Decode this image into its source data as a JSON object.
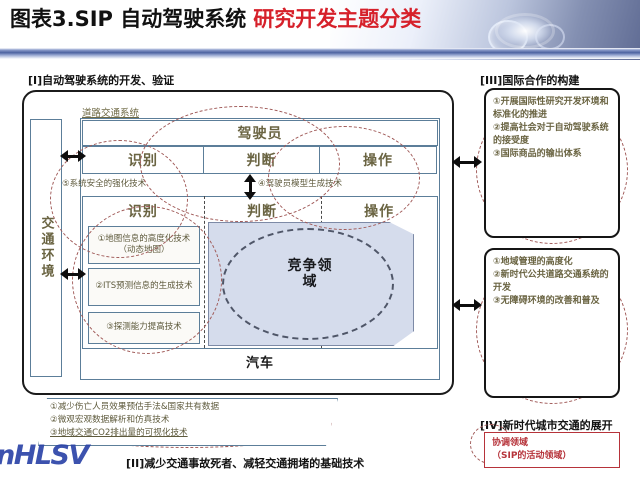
{
  "header": {
    "title_black": "图表3.SIP 自动驾驶系统",
    "title_red": "研究开发主题分类",
    "photo_alt": "car-dashboard-speedometer"
  },
  "sections": {
    "I": "[I]自动驾驶系统的开发、验证",
    "II": "[II]减少交通事故死者、减轻交通拥堵的基础技术",
    "III": "[III]国际合作的构建",
    "IV": "[IV]新时代城市交通的展开"
  },
  "main_panel": {
    "road_traffic_system_label": "道路交通系统",
    "traffic_environment": "交通环境",
    "driver": {
      "title": "驾驶员",
      "columns": [
        "识别",
        "判断",
        "操作"
      ]
    },
    "car": {
      "title": "汽车",
      "columns": [
        "识别",
        "判断",
        "操作"
      ]
    },
    "tech_boxes": [
      "①地图信息的高度化技术（动态地图）",
      "②ITS预测信息的生成技术",
      "③探测能力提高技术"
    ],
    "competition_area": "竞争领域",
    "annotations": {
      "safety": "⑤系统安全的强化技术",
      "driver_model": "④驾驶员模型生成技术"
    }
  },
  "bottom_box": {
    "items": [
      "①减少伤亡人员效果预估手法&国家共有数据",
      "②微观宏观数据解析和仿真技术",
      "③地域交通CO2排出量的可视化技术"
    ]
  },
  "right_boxes": [
    {
      "id": "international-cooperation",
      "items": [
        "①开展国际性研究开发环境和标准化的推进",
        "②提高社会对于自动驾驶系统的接受度",
        "③国际商品的输出体系"
      ]
    },
    {
      "id": "new-era-urban-traffic",
      "items": [
        "①地域管理的高度化",
        "②新时代公共道路交通系统的开发",
        "③无障碍环境的改善和普及"
      ]
    }
  ],
  "legend": {
    "line1": "协调领域",
    "line2": "（SIP的活动领域）",
    "color": "#b6333a"
  },
  "watermark": {
    "text": "nHLSV"
  },
  "colors": {
    "title_red": "#d6202a",
    "text_olive": "#6a6442",
    "box_blue_border": "#5c7e99",
    "competition_fill": "#d5dcec",
    "dashed_red": "#a05a58",
    "header_bar": "#4d63a0"
  }
}
